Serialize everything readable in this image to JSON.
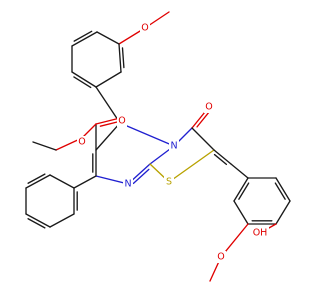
{
  "structure": {
    "atom_labels": {
      "methoxy_top_o": "O",
      "ester_carbonyl_o": "O",
      "ester_ether_o": "O",
      "ketone_o": "O",
      "ring_n_top": "N",
      "ring_n_bottom": "N",
      "sulfur": "S",
      "hydroxyl_oh": "OH",
      "methoxy_bottom_o": "O"
    },
    "colors": {
      "carbon_bond": "#1a1a1a",
      "oxygen": "#e00000",
      "nitrogen": "#2020d0",
      "sulfur": "#b8a200",
      "background": "#ffffff"
    }
  }
}
